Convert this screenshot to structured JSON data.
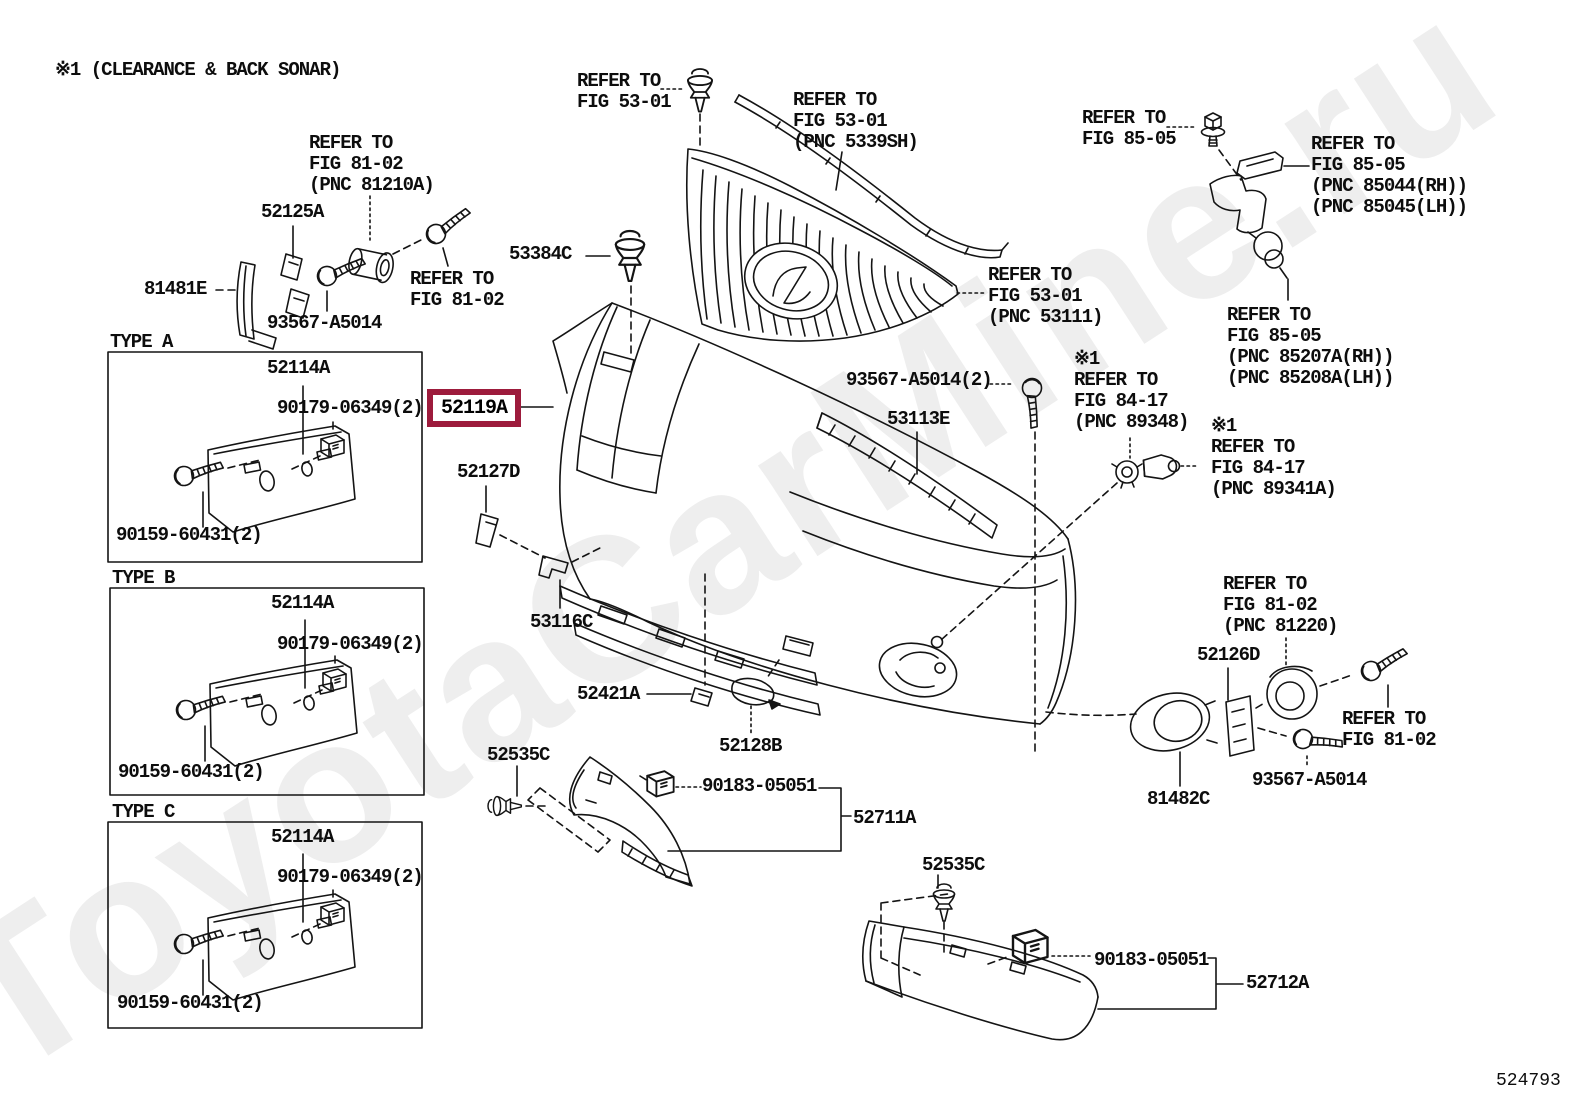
{
  "page": {
    "note": "※1 (CLEARANCE & BACK SONAR)",
    "diagram_number": "524793",
    "watermark": "ToyotaCarMine.ru",
    "highlight_color": "#9d1b3c",
    "line_color": "#141414"
  },
  "parts": {
    "p52125a": "52125A",
    "p81481e": "81481E",
    "p93567_license": "93567-A5014",
    "p53384c": "53384C",
    "p93567_grille": "93567-A5014(2)",
    "p53113e": "53113E",
    "p52119a": "52119A",
    "p52127d": "52127D",
    "p53116c": "53116C",
    "p52421a": "52421A",
    "p52128b": "52128B",
    "p52535c_left": "52535C",
    "p90183_left": "90183-05051",
    "p52711a": "52711A",
    "p52535c_right": "52535C",
    "p90183_right": "90183-05051",
    "p52712a": "52712A",
    "p52126d": "52126D",
    "p93567_fog": "93567-A5014",
    "p81482c": "81482C"
  },
  "refs": {
    "r81210a": "REFER TO\nFIG 81-02\n(PNC 81210A)",
    "r8102_left": "REFER TO\nFIG 81-02",
    "r5301_top": "REFER TO\nFIG 53-01",
    "r5339sh": "REFER TO\nFIG 53-01\n(PNC 5339SH)",
    "r53111": "REFER TO\nFIG 53-01\n(PNC 53111)",
    "r8505_top": "REFER TO\nFIG 85-05",
    "r85044": "REFER TO\nFIG 85-05\n(PNC 85044(RH))\n(PNC 85045(LH))",
    "r85207": "REFER TO\nFIG 85-05\n(PNC 85207A(RH))\n(PNC 85208A(LH))",
    "r89348": "※1\nREFER TO\nFIG 84-17\n(PNC 89348)",
    "r89341a": "※1\nREFER TO\nFIG 84-17\n(PNC 89341A)",
    "r81220": "REFER TO\nFIG 81-02\n(PNC 81220)",
    "r8102_right": "REFER TO\nFIG 81-02"
  },
  "type_boxes": [
    {
      "title": "TYPE A",
      "bracket": "52114A",
      "clip": "90179-06349(2)",
      "bolt": "90159-60431(2)"
    },
    {
      "title": "TYPE B",
      "bracket": "52114A",
      "clip": "90179-06349(2)",
      "bolt": "90159-60431(2)"
    },
    {
      "title": "TYPE C",
      "bracket": "52114A",
      "clip": "90179-06349(2)",
      "bolt": "90159-60431(2)"
    }
  ]
}
